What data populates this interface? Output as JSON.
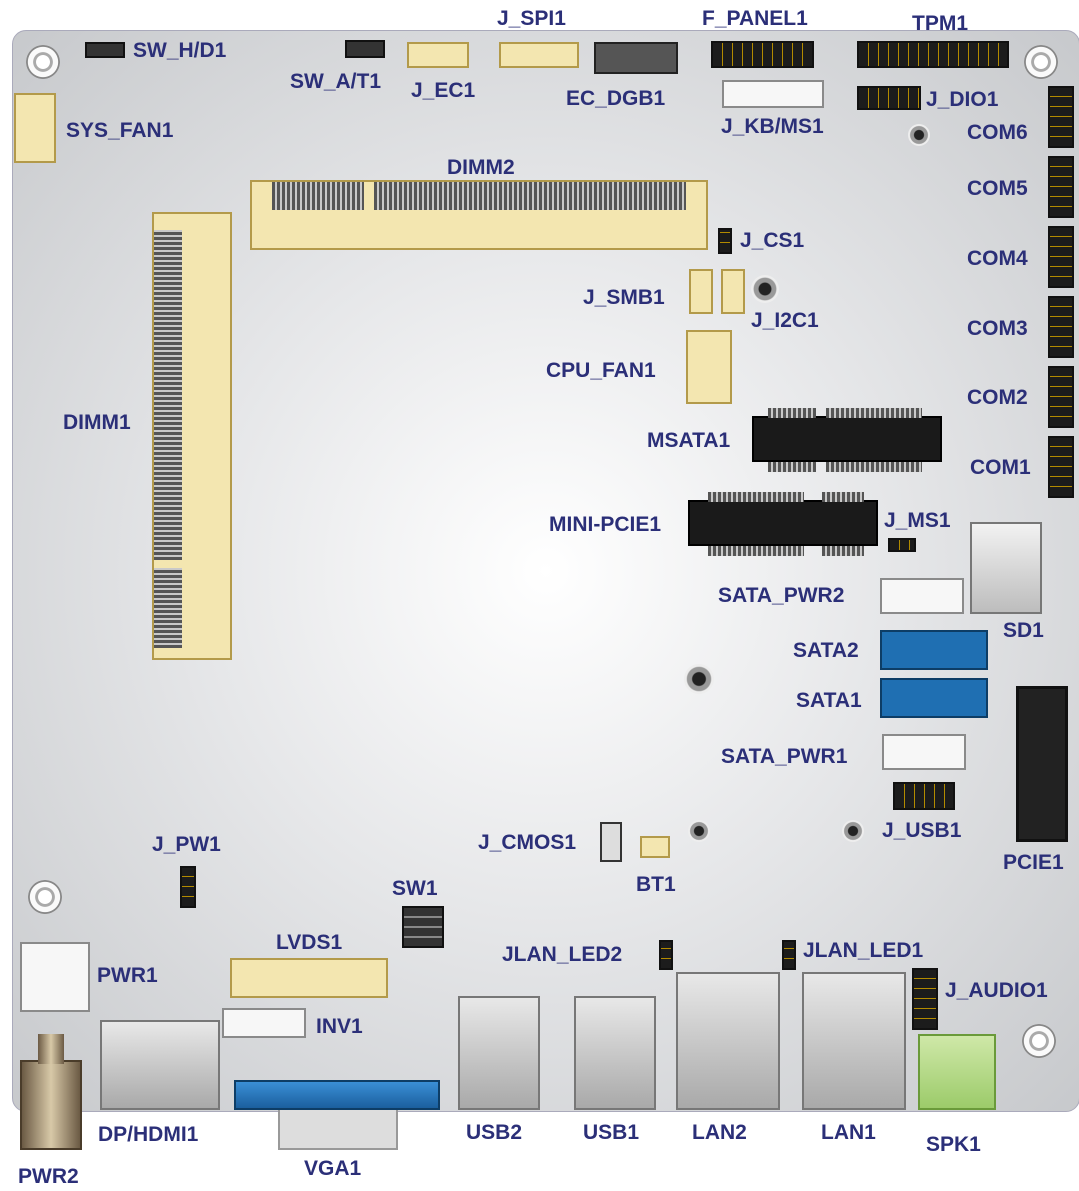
{
  "labels": {
    "sw_hd1": "SW_H/D1",
    "sw_at1": "SW_A/T1",
    "j_ec1": "J_EC1",
    "j_spi1": "J_SPI1",
    "ec_dgb1": "EC_DGB1",
    "f_panel1": "F_PANEL1",
    "tpm1": "TPM1",
    "j_dio1": "J_DIO1",
    "j_kbms1": "J_KB/MS1",
    "sys_fan1": "SYS_FAN1",
    "dimm2": "DIMM2",
    "com6": "COM6",
    "com5": "COM5",
    "com4": "COM4",
    "com3": "COM3",
    "com2": "COM2",
    "com1": "COM1",
    "j_cs1": "J_CS1",
    "j_smb1": "J_SMB1",
    "j_i2c1": "J_I2C1",
    "cpu_fan1": "CPU_FAN1",
    "dimm1": "DIMM1",
    "msata1": "MSATA1",
    "mini_pcie1": "MINI-PCIE1",
    "j_ms1": "J_MS1",
    "sata_pwr2": "SATA_PWR2",
    "sd1": "SD1",
    "sata2": "SATA2",
    "sata1": "SATA1",
    "sata_pwr1": "SATA_PWR1",
    "j_usb1": "J_USB1",
    "pcie1": "PCIE1",
    "j_pw1": "J_PW1",
    "j_cmos1": "J_CMOS1",
    "bt1": "BT1",
    "sw1": "SW1",
    "lvds1": "LVDS1",
    "jlan_led2": "JLAN_LED2",
    "jlan_led1": "JLAN_LED1",
    "j_audio1": "J_AUDIO1",
    "pwr1": "PWR1",
    "inv1": "INV1",
    "dp_hdmi1": "DP/HDMI1",
    "vga1": "VGA1",
    "usb2": "USB2",
    "usb1": "USB1",
    "lan2": "LAN2",
    "lan1": "LAN1",
    "spk1": "SPK1",
    "pwr2": "PWR2"
  },
  "colors": {
    "label": "#2b2f78",
    "sata": "#1f6fb2",
    "dimm": "#f3e6b0",
    "audio": "#b5d98a"
  }
}
